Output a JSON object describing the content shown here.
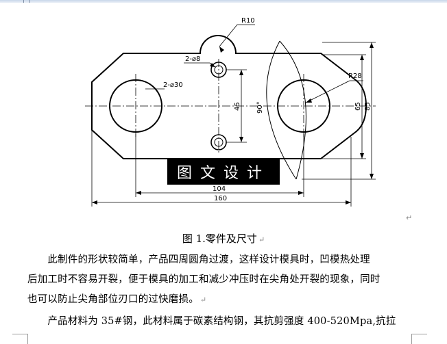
{
  "drawing": {
    "dims": {
      "r10": "R10",
      "hole8": "2-⌀8",
      "hole30": "2-⌀30",
      "r28": "R28",
      "d45": "45",
      "d90deg": "90°",
      "d65": "65",
      "d85": "85",
      "d104": "104",
      "d160": "160"
    },
    "watermark": "图文设计"
  },
  "caption": "图 1.零件及尺寸",
  "paragraphs": [
    {
      "lines": [
        "　　此制件的形状较简单，产品四周圆角过渡，这样设计模具时，凹模热处理",
        "后加工时不容易开裂，便于模具的加工和减少冲压时在尖角处开裂的现象，同时",
        "也可以防止尖角部位刃口的过快磨损。"
      ],
      "end_mark": "↵"
    },
    {
      "lines": [
        "　　产品材料为 35#钢，此材料属于碳素结构钢，其抗剪强度 400-520Mpa,抗拉"
      ],
      "end_mark": ""
    }
  ],
  "marks": {
    "return_mark": "↵"
  }
}
